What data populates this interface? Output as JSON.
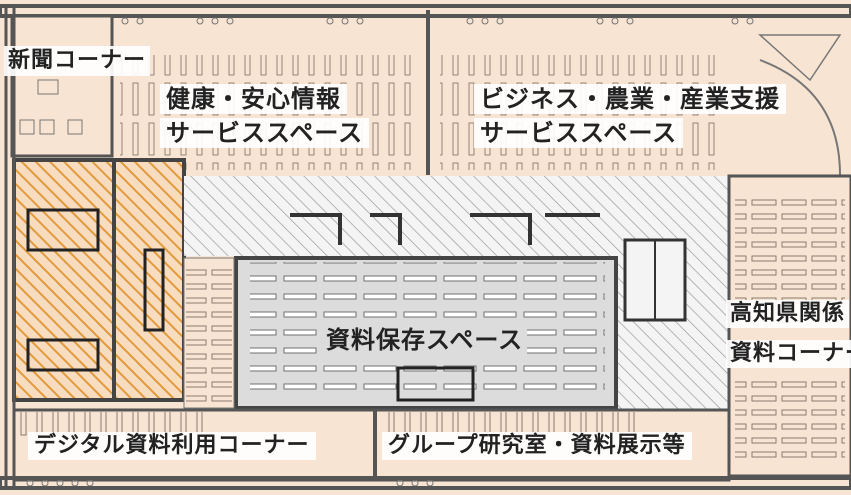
{
  "labels": {
    "newspaper": "新聞コーナー",
    "health_1": "健康・安心情報",
    "health_2": "サービススペース",
    "business_1": "ビジネス・農業・産業支援",
    "business_2": "サービススペース",
    "storage": "資料保存スペース",
    "kochi_1": "高知県関係",
    "kochi_2": "資料コーナー",
    "digital": "デジタル資料利用コーナー",
    "group": "グループ研究室・資料展示等"
  },
  "colors": {
    "floor": "#f8e4d2",
    "wall": "#555555",
    "hatch": "#e8a04a",
    "storage": "#dcdcdc",
    "corridor": "#eeeeee"
  }
}
